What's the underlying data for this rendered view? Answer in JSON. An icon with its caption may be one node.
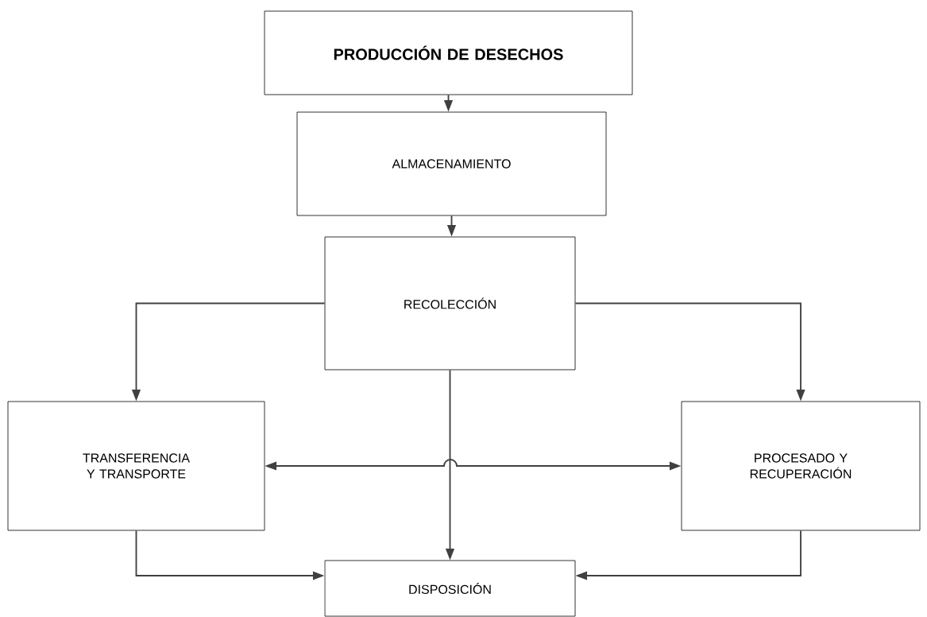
{
  "diagram": {
    "nodes": [
      {
        "text": [
          "PRODUCCIÓN DE DESECHOS"
        ]
      },
      {
        "text": [
          "ALMACENAMIENTO"
        ]
      },
      {
        "text": [
          "RECOLECCIÓN"
        ]
      },
      {
        "text": [
          "TRANSFERENCIA Y TRANSPORTE"
        ]
      },
      {
        "text": [
          "PROCESADO Y RECUPERACIÓN"
        ]
      },
      {
        "text": [
          "DISPOSICIÓN"
        ]
      }
    ],
    "edges": [
      {
        "from": 0,
        "to": 1,
        "arrow": "to"
      },
      {
        "from": 1,
        "to": 2,
        "arrow": "to"
      },
      {
        "from": 2,
        "to": 3,
        "arrow": "to"
      },
      {
        "from": 2,
        "to": 4,
        "arrow": "to"
      },
      {
        "from": 2,
        "to": 5,
        "arrow": "to"
      },
      {
        "from": 3,
        "to": 4,
        "arrow": "both"
      },
      {
        "from": 3,
        "to": 5,
        "arrow": "to"
      },
      {
        "from": 4,
        "to": 5,
        "arrow": "to"
      }
    ]
  }
}
